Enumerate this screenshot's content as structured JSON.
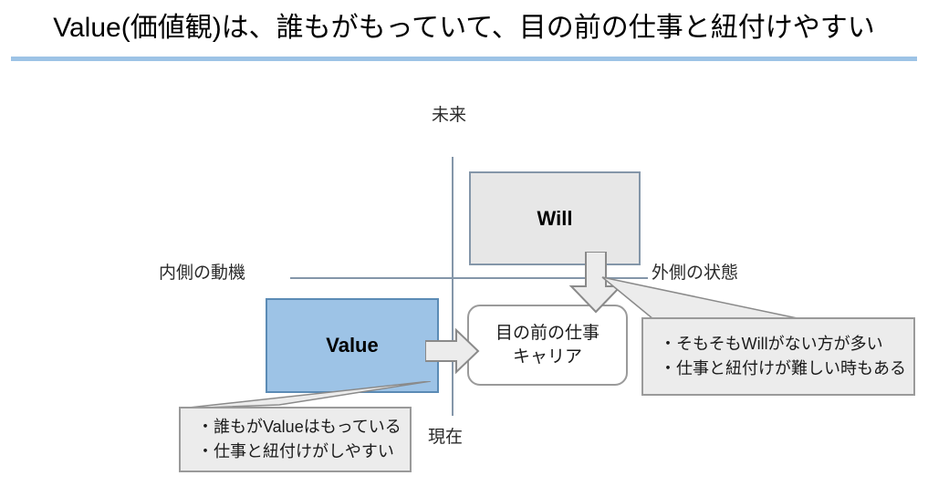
{
  "slide": {
    "title": "Value(価値観)は、誰もがもっていて、目の前の仕事と紐付けやすい",
    "accent_color": "#9dc3e6"
  },
  "axes": {
    "vertical_top_label": "未来",
    "vertical_bottom_label": "現在",
    "horizontal_left_label": "内側の動機",
    "horizontal_right_label": "外側の状態",
    "line_color": "#8496a9"
  },
  "boxes": {
    "will": {
      "label": "Will",
      "fill": "#e7e7e7",
      "border": "#8496a9"
    },
    "value": {
      "label": "Value",
      "fill": "#9dc3e6",
      "border": "#5b8bb5"
    },
    "job": {
      "line1": "目の前の仕事",
      "line2": "キャリア",
      "fill": "#ffffff",
      "border": "#9a9a9a"
    }
  },
  "callouts": {
    "left": {
      "line1": "・誰もがValueはもっている",
      "line2": "・仕事と紐付けがしやすい",
      "fill": "#ececec",
      "border": "#9a9a9a"
    },
    "right": {
      "line1": "・そもそもWillがない方が多い",
      "line2": "・仕事と紐付けが難しい時もある",
      "fill": "#ececec",
      "border": "#9a9a9a"
    }
  },
  "arrows": {
    "will_to_job": "down-block-arrow",
    "value_to_job": "right-block-arrow"
  }
}
